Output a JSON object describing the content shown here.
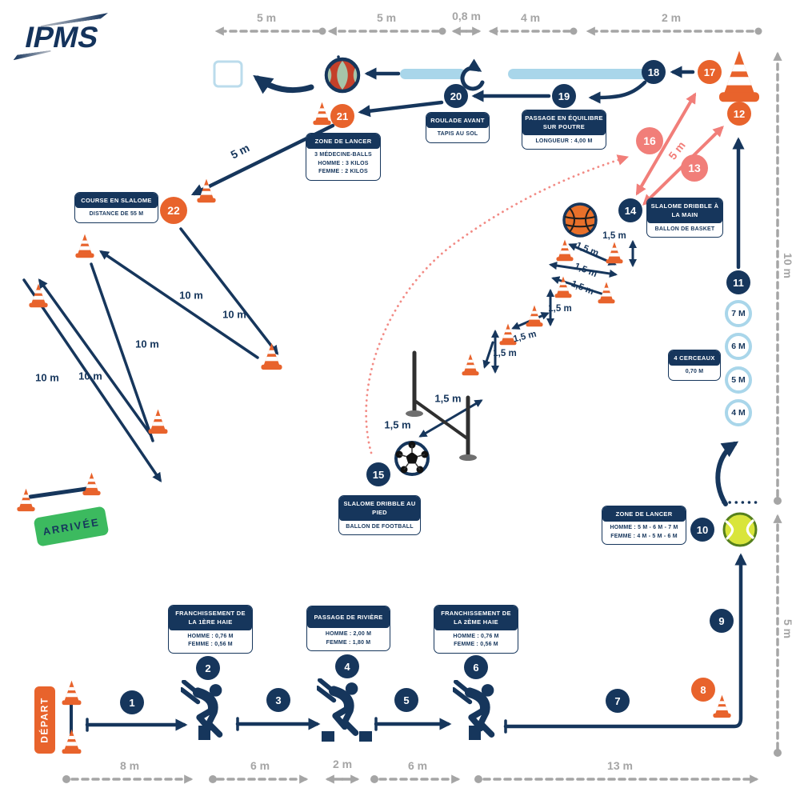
{
  "logo": {
    "text": "IPMS"
  },
  "signs": {
    "depart": "DÉPART",
    "arrivee": "ARRIVÉE"
  },
  "rulers": {
    "top": [
      "5 m",
      "5 m",
      "0,8 m",
      "4 m",
      "2 m"
    ],
    "bottom": [
      "8 m",
      "6 m",
      "2 m",
      "6 m",
      "13 m"
    ],
    "right": [
      "10 m",
      "5 m"
    ]
  },
  "labels": {
    "d10": "10 m",
    "d15": "1,5 m",
    "d5": "5 m"
  },
  "markers": [
    "1",
    "2",
    "3",
    "4",
    "5",
    "6",
    "7",
    "8",
    "9",
    "10",
    "11",
    "12",
    "13",
    "14",
    "15",
    "16",
    "17",
    "18",
    "19",
    "20",
    "21",
    "22"
  ],
  "rings": [
    "7 M",
    "6 M",
    "5 M",
    "4 M"
  ],
  "boxes": {
    "lancer21": {
      "title": "ZONE DE LANCER",
      "lines": [
        "3 MÉDECINE-BALLS",
        "HOMME : 3 KILOS",
        "FEMME : 2 KILOS"
      ]
    },
    "roulade": {
      "title": "ROULADE AVANT",
      "lines": [
        "TAPIS AU SOL"
      ]
    },
    "poutre": {
      "title": "PASSAGE EN ÉQUILIBRE SUR POUTRE",
      "lines": [
        "LONGUEUR : 4,00 M"
      ]
    },
    "slalome": {
      "title": "COURSE EN SLALOME",
      "lines": [
        "DISTANCE DE 55 M"
      ]
    },
    "main": {
      "title": "SLALOME DRIBBLE À LA MAIN",
      "lines": [
        "BALLON DE BASKET"
      ]
    },
    "cerceaux": {
      "title": "4 CERCEAUX",
      "lines": [
        "0,70 M"
      ]
    },
    "lancer10": {
      "title": "ZONE DE LANCER",
      "lines": [
        "HOMME : 5 M - 6 M - 7 M",
        "FEMME : 4 M - 5 M - 6 M"
      ]
    },
    "pied": {
      "title": "SLALOME DRIBBLE AU PIED",
      "lines": [
        "BALLON DE FOOTBALL"
      ]
    },
    "haie1": {
      "title": "FRANCHISSEMENT DE LA 1ÈRE HAIE",
      "lines": [
        "HOMME : 0,76 M",
        "FEMME : 0,56 M"
      ]
    },
    "riviere": {
      "title": "PASSAGE DE RIVIÈRE",
      "lines": [
        "HOMME : 2,00 M",
        "FEMME : 1,80 M"
      ]
    },
    "haie2": {
      "title": "FRANCHISSEMENT DE LA 2ÈME HAIE",
      "lines": [
        "HOMME : 0,76 M",
        "FEMME : 0,56 M"
      ]
    }
  },
  "colors": {
    "navy": "#16365C",
    "orange": "#E8632C",
    "salmon": "#F17E79",
    "light_blue": "#A9D6EA",
    "pale_blue": "#BBDCEC",
    "gray": "#A5A5A5",
    "green": "#3CBA5F",
    "tennis_yellow": "#D9E53B",
    "white": "#FFFFFF"
  }
}
